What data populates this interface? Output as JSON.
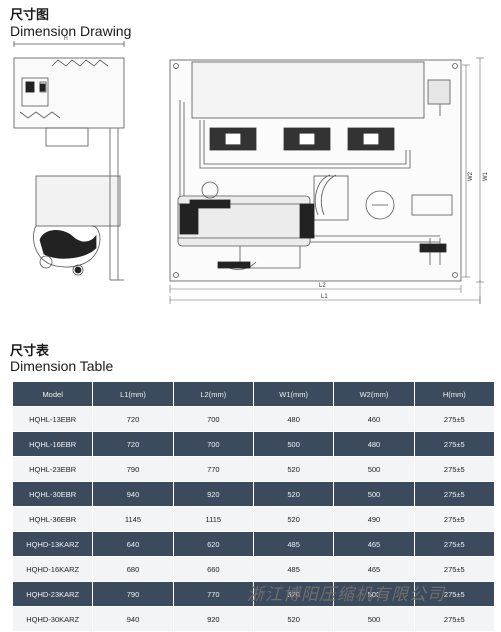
{
  "drawing_section": {
    "title_cn": "尺寸图",
    "title_en": "Dimension Drawing",
    "dim_labels": {
      "h": "H",
      "l1": "L1",
      "l2": "L2",
      "w1": "W1",
      "w2": "W2"
    }
  },
  "table_section": {
    "title_cn": "尺寸表",
    "title_en": "Dimension Table"
  },
  "table": {
    "headers": [
      "Model",
      "L1(mm)",
      "L2(mm)",
      "W1(mm)",
      "W2(mm)",
      "H(mm)"
    ],
    "rows": [
      [
        "HQHL-13EBR",
        "720",
        "700",
        "480",
        "460",
        "275±5"
      ],
      [
        "HQHL-16EBR",
        "720",
        "700",
        "500",
        "480",
        "275±5"
      ],
      [
        "HQHL-23EBR",
        "790",
        "770",
        "520",
        "500",
        "275±5"
      ],
      [
        "HQHL-30EBR",
        "940",
        "920",
        "520",
        "500",
        "275±5"
      ],
      [
        "HQHL-36EBR",
        "1145",
        "1115",
        "520",
        "490",
        "275±5"
      ],
      [
        "HQHD-13KARZ",
        "640",
        "620",
        "485",
        "465",
        "275±5"
      ],
      [
        "HQHD-16KARZ",
        "680",
        "660",
        "485",
        "465",
        "275±5"
      ],
      [
        "HQHD-23KARZ",
        "790",
        "770",
        "520",
        "500",
        "275±5"
      ],
      [
        "HQHD-30KARZ",
        "940",
        "920",
        "520",
        "500",
        "275±5"
      ]
    ]
  },
  "watermark": "浙江博阳压缩机有限公司"
}
